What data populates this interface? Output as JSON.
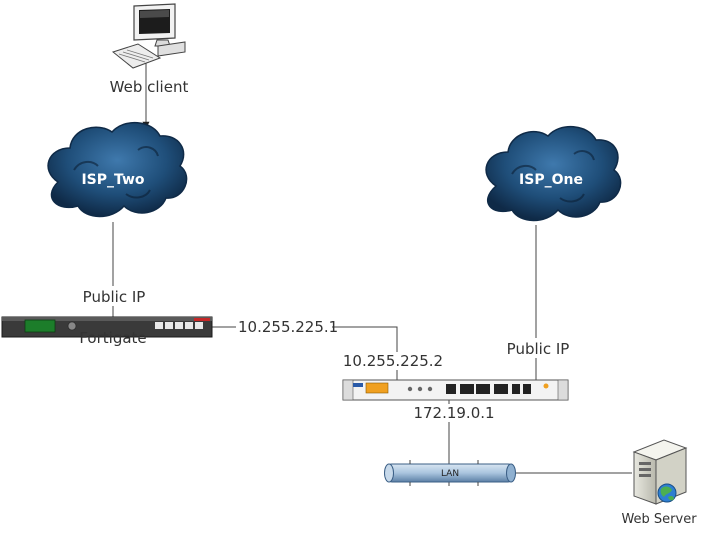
{
  "nodes": {
    "web_client": {
      "label": "Web client",
      "icon": "desktop-computer-icon"
    },
    "isp_two": {
      "label": "ISP_Two",
      "icon": "cloud-icon"
    },
    "isp_one": {
      "label": "ISP_One",
      "icon": "cloud-icon"
    },
    "fortigate": {
      "label": "Fortigate",
      "icon": "firewall-appliance-icon"
    },
    "router": {
      "icon": "router-appliance-icon"
    },
    "lan": {
      "label": "LAN",
      "icon": "lan-segment-icon"
    },
    "web_server": {
      "label": "Web Server",
      "icon": "server-globe-icon"
    }
  },
  "links": {
    "isp_two_fortigate": {
      "label": "Public IP"
    },
    "fortigate_router_a": {
      "label": "10.255.225.1"
    },
    "fortigate_router_b": {
      "label": "10.255.225.2"
    },
    "isp_one_router": {
      "label": "Public IP"
    },
    "router_lan": {
      "label": "172.19.0.1"
    }
  },
  "colors": {
    "cloud": "#1f4e79",
    "cloud_dark": "#0f2a47",
    "wire": "#444444",
    "label_text": "#333333",
    "lan_fill": "#a9c4de"
  }
}
